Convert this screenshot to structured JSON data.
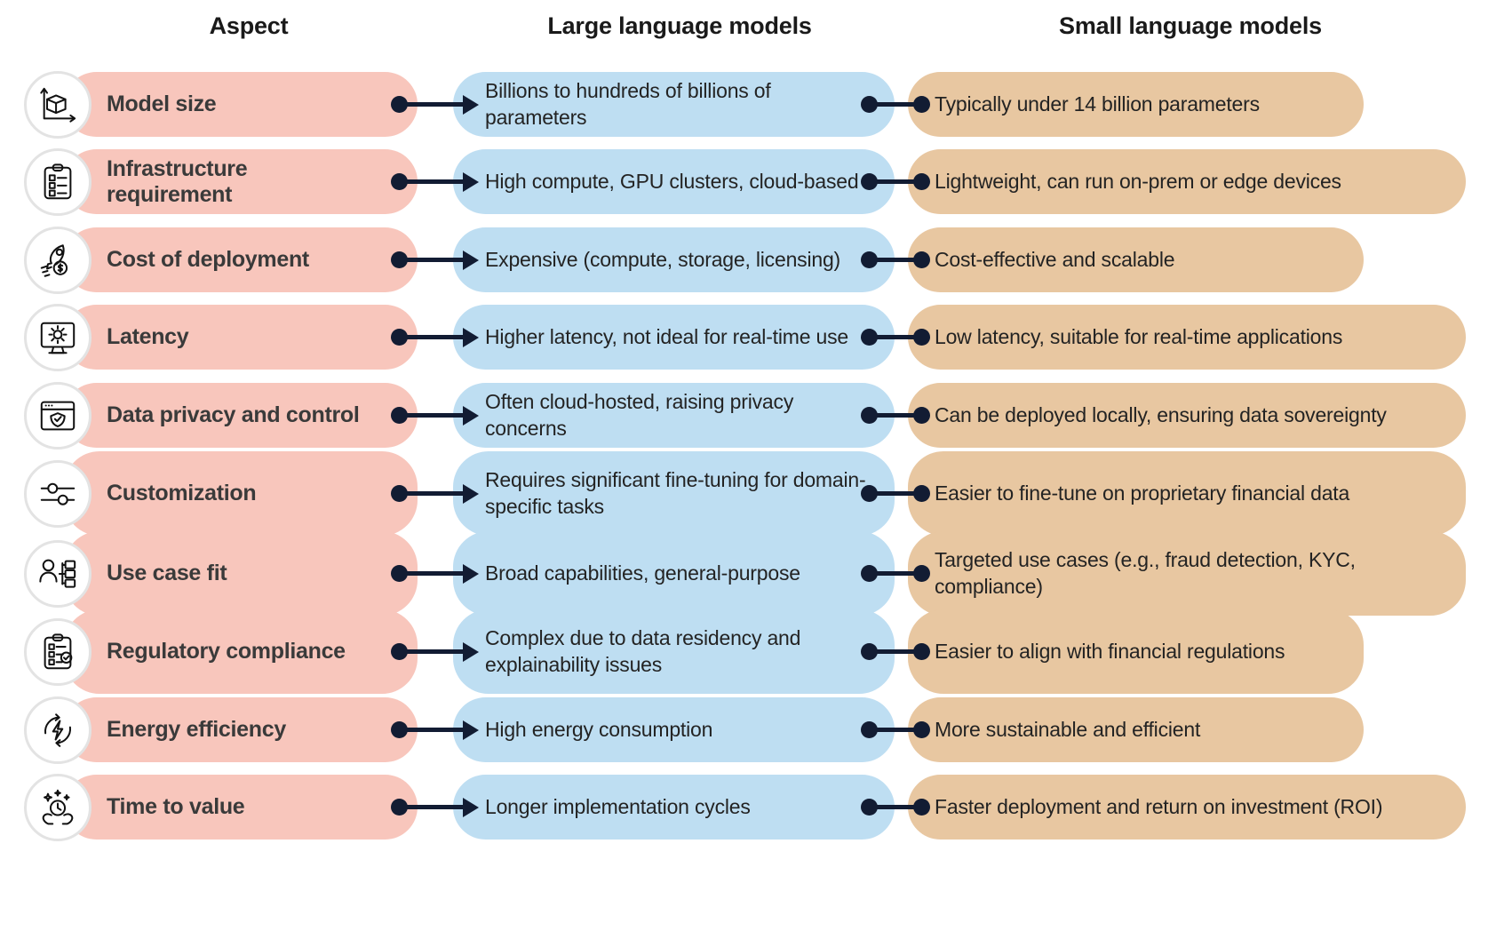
{
  "headers": {
    "aspect": "Aspect",
    "llm": "Large language models",
    "slm": "Small language models"
  },
  "colors": {
    "aspect_pill": "#f8c6bc",
    "llm_pill": "#bedef2",
    "slm_pill": "#e8c7a1",
    "connector": "#121c33",
    "icon_ring": "#e3e3e3",
    "aspect_text": "#3a3a3a",
    "body_text": "#232323",
    "background": "#ffffff"
  },
  "rows": [
    {
      "icon": "cube-axes-icon",
      "aspect": "Model size",
      "llm": "Billions to hundreds of billions of parameters",
      "slm": "Typically under 14 billion parameters"
    },
    {
      "icon": "clipboard-checklist-icon",
      "aspect": "Infrastructure requirement",
      "llm": "High compute, GPU clusters, cloud-based",
      "slm": "Lightweight, can run on-prem or edge devices"
    },
    {
      "icon": "rocket-dollar-icon",
      "aspect": "Cost of deployment",
      "llm": "Expensive (compute, storage, licensing)",
      "slm": "Cost-effective and scalable"
    },
    {
      "icon": "monitor-gear-icon",
      "aspect": "Latency",
      "llm": "Higher latency, not ideal for real-time use",
      "slm": "Low latency, suitable for real-time applications"
    },
    {
      "icon": "browser-shield-icon",
      "aspect": "Data privacy and control",
      "llm": "Often cloud-hosted, raising privacy concerns",
      "slm": "Can be deployed locally, ensuring data sovereignty"
    },
    {
      "icon": "sliders-icon",
      "aspect": "Customization",
      "llm": "Requires significant fine-tuning for domain-specific tasks",
      "slm": "Easier to fine-tune on proprietary financial data"
    },
    {
      "icon": "user-hierarchy-icon",
      "aspect": "Use case fit",
      "llm": "Broad capabilities, general-purpose",
      "slm": "Targeted use cases (e.g., fraud detection, KYC, compliance)"
    },
    {
      "icon": "clipboard-check-icon",
      "aspect": "Regulatory compliance",
      "llm": "Complex due to data residency and explainability issues",
      "slm": "Easier to align with financial regulations"
    },
    {
      "icon": "energy-cycle-icon",
      "aspect": "Energy efficiency",
      "llm": "High energy consumption",
      "slm": "More sustainable and efficient"
    },
    {
      "icon": "hands-clock-icon",
      "aspect": "Time to value",
      "llm": "Longer implementation cycles",
      "slm": "Faster deployment and return on investment (ROI)"
    }
  ]
}
